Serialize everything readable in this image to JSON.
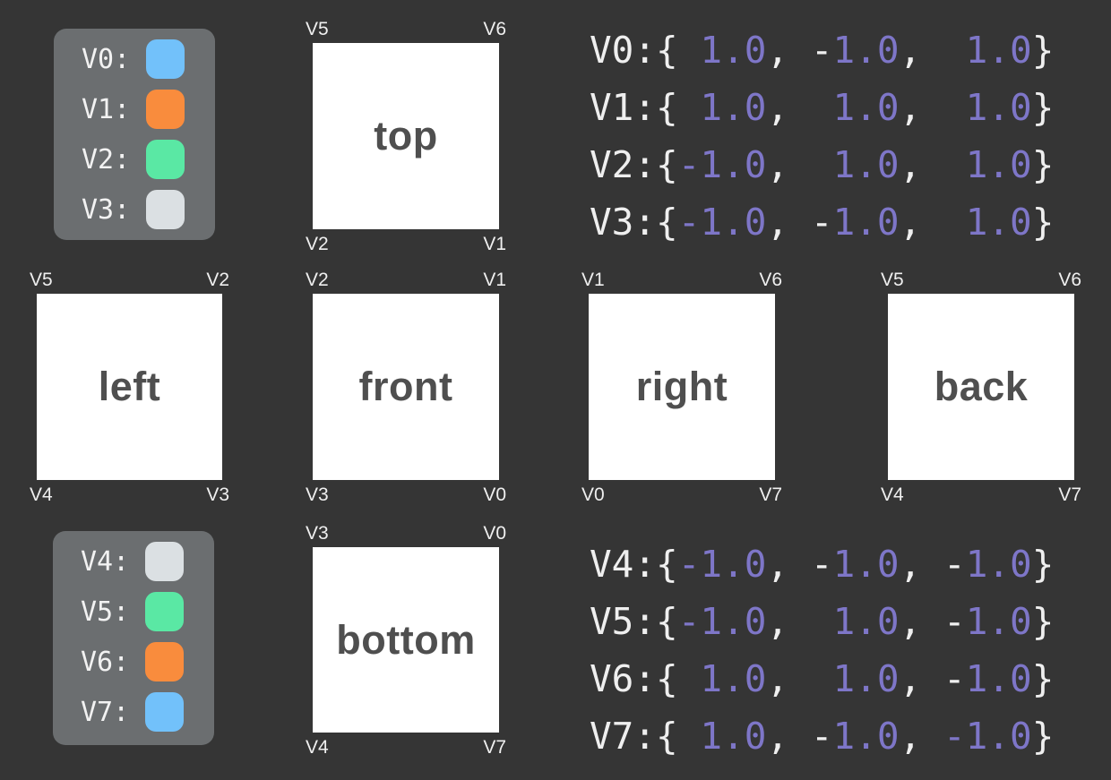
{
  "background_color": "#353535",
  "palette": {
    "text_white": "#efefef",
    "number_purple": "#7e76c8",
    "face_label_gray": "#4f4f4f",
    "panel_gray": "#6b6e70",
    "square_white": "#ffffff",
    "swatch_blue": "#72c1fa",
    "swatch_orange": "#f98c3d",
    "swatch_green": "#5ae8a4",
    "swatch_light_gray": "#dbe0e3"
  },
  "legends": {
    "top": {
      "rows": [
        {
          "label": "V0:",
          "swatch_color": "#72c1fa",
          "swatch_name": "blue"
        },
        {
          "label": "V1:",
          "swatch_color": "#f98c3d",
          "swatch_name": "orange"
        },
        {
          "label": "V2:",
          "swatch_color": "#5ae8a4",
          "swatch_name": "green"
        },
        {
          "label": "V3:",
          "swatch_color": "#dbe0e3",
          "swatch_name": "light-gray"
        }
      ]
    },
    "bottom": {
      "rows": [
        {
          "label": "V4:",
          "swatch_color": "#dbe0e3",
          "swatch_name": "light-gray"
        },
        {
          "label": "V5:",
          "swatch_color": "#5ae8a4",
          "swatch_name": "green"
        },
        {
          "label": "V6:",
          "swatch_color": "#f98c3d",
          "swatch_name": "orange"
        },
        {
          "label": "V7:",
          "swatch_color": "#72c1fa",
          "swatch_name": "blue"
        }
      ]
    }
  },
  "faces": [
    {
      "label": "top",
      "corners": {
        "tl": "V5",
        "tr": "V6",
        "bl": "V2",
        "br": "V1"
      }
    },
    {
      "label": "left",
      "corners": {
        "tl": "V5",
        "tr": "V2",
        "bl": "V4",
        "br": "V3"
      }
    },
    {
      "label": "front",
      "corners": {
        "tl": "V2",
        "tr": "V1",
        "bl": "V3",
        "br": "V0"
      }
    },
    {
      "label": "right",
      "corners": {
        "tl": "V1",
        "tr": "V6",
        "bl": "V0",
        "br": "V7"
      }
    },
    {
      "label": "back",
      "corners": {
        "tl": "V5",
        "tr": "V6",
        "bl": "V4",
        "br": "V7"
      }
    },
    {
      "label": "bottom",
      "corners": {
        "tl": "V3",
        "tr": "V0",
        "bl": "V4",
        "br": "V7"
      }
    }
  ],
  "code_blocks": [
    {
      "name": "vertices-v0-v3",
      "lines": [
        {
          "text": "V0:{ 1.0, -1.0,  1.0}",
          "segments": [
            {
              "t": "V0:{ ",
              "c": "white"
            },
            {
              "t": "1.0",
              "c": "purple"
            },
            {
              "t": ", -",
              "c": "white"
            },
            {
              "t": "1.0",
              "c": "purple"
            },
            {
              "t": ",  ",
              "c": "white"
            },
            {
              "t": "1.0",
              "c": "purple"
            },
            {
              "t": "}",
              "c": "white"
            }
          ]
        },
        {
          "text": "V1:{ 1.0,  1.0,  1.0}",
          "segments": [
            {
              "t": "V1:{ ",
              "c": "white"
            },
            {
              "t": "1.0",
              "c": "purple"
            },
            {
              "t": ",  ",
              "c": "white"
            },
            {
              "t": "1.0",
              "c": "purple"
            },
            {
              "t": ",  ",
              "c": "white"
            },
            {
              "t": "1.0",
              "c": "purple"
            },
            {
              "t": "}",
              "c": "white"
            }
          ]
        },
        {
          "text": "V2:{-1.0,  1.0,  1.0}",
          "segments": [
            {
              "t": "V2:{",
              "c": "white"
            },
            {
              "t": "-1.0",
              "c": "purple"
            },
            {
              "t": ",  ",
              "c": "white"
            },
            {
              "t": "1.0",
              "c": "purple"
            },
            {
              "t": ",  ",
              "c": "white"
            },
            {
              "t": "1.0",
              "c": "purple"
            },
            {
              "t": "}",
              "c": "white"
            }
          ]
        },
        {
          "text": "V3:{-1.0, -1.0,  1.0}",
          "segments": [
            {
              "t": "V3:{",
              "c": "white"
            },
            {
              "t": "-1.0",
              "c": "purple"
            },
            {
              "t": ", -",
              "c": "white"
            },
            {
              "t": "1.0",
              "c": "purple"
            },
            {
              "t": ",  ",
              "c": "white"
            },
            {
              "t": "1.0",
              "c": "purple"
            },
            {
              "t": "}",
              "c": "white"
            }
          ]
        }
      ]
    },
    {
      "name": "vertices-v4-v7",
      "lines": [
        {
          "text": "V4:{-1.0, -1.0, -1.0}",
          "segments": [
            {
              "t": "V4:{",
              "c": "white"
            },
            {
              "t": "-1.0",
              "c": "purple"
            },
            {
              "t": ", -",
              "c": "white"
            },
            {
              "t": "1.0",
              "c": "purple"
            },
            {
              "t": ", -",
              "c": "white"
            },
            {
              "t": "1.0",
              "c": "purple"
            },
            {
              "t": "}",
              "c": "white"
            }
          ]
        },
        {
          "text": "V5:{-1.0,  1.0, -1.0}",
          "segments": [
            {
              "t": "V5:{",
              "c": "white"
            },
            {
              "t": "-1.0",
              "c": "purple"
            },
            {
              "t": ",  ",
              "c": "white"
            },
            {
              "t": "1.0",
              "c": "purple"
            },
            {
              "t": ", -",
              "c": "white"
            },
            {
              "t": "1.0",
              "c": "purple"
            },
            {
              "t": "}",
              "c": "white"
            }
          ]
        },
        {
          "text": "V6:{ 1.0,  1.0, -1.0}",
          "segments": [
            {
              "t": "V6:{ ",
              "c": "white"
            },
            {
              "t": "1.0",
              "c": "purple"
            },
            {
              "t": ",  ",
              "c": "white"
            },
            {
              "t": "1.0",
              "c": "purple"
            },
            {
              "t": ", -",
              "c": "white"
            },
            {
              "t": "1.0",
              "c": "purple"
            },
            {
              "t": "}",
              "c": "white"
            }
          ]
        },
        {
          "text": "V7:{ 1.0, -1.0, -1.0}",
          "segments": [
            {
              "t": "V7:{ ",
              "c": "white"
            },
            {
              "t": "1.0",
              "c": "purple"
            },
            {
              "t": ", -",
              "c": "white"
            },
            {
              "t": "1.0",
              "c": "purple"
            },
            {
              "t": ", ",
              "c": "white"
            },
            {
              "t": "-1.0",
              "c": "purple"
            },
            {
              "t": "}",
              "c": "white"
            }
          ]
        }
      ]
    }
  ]
}
